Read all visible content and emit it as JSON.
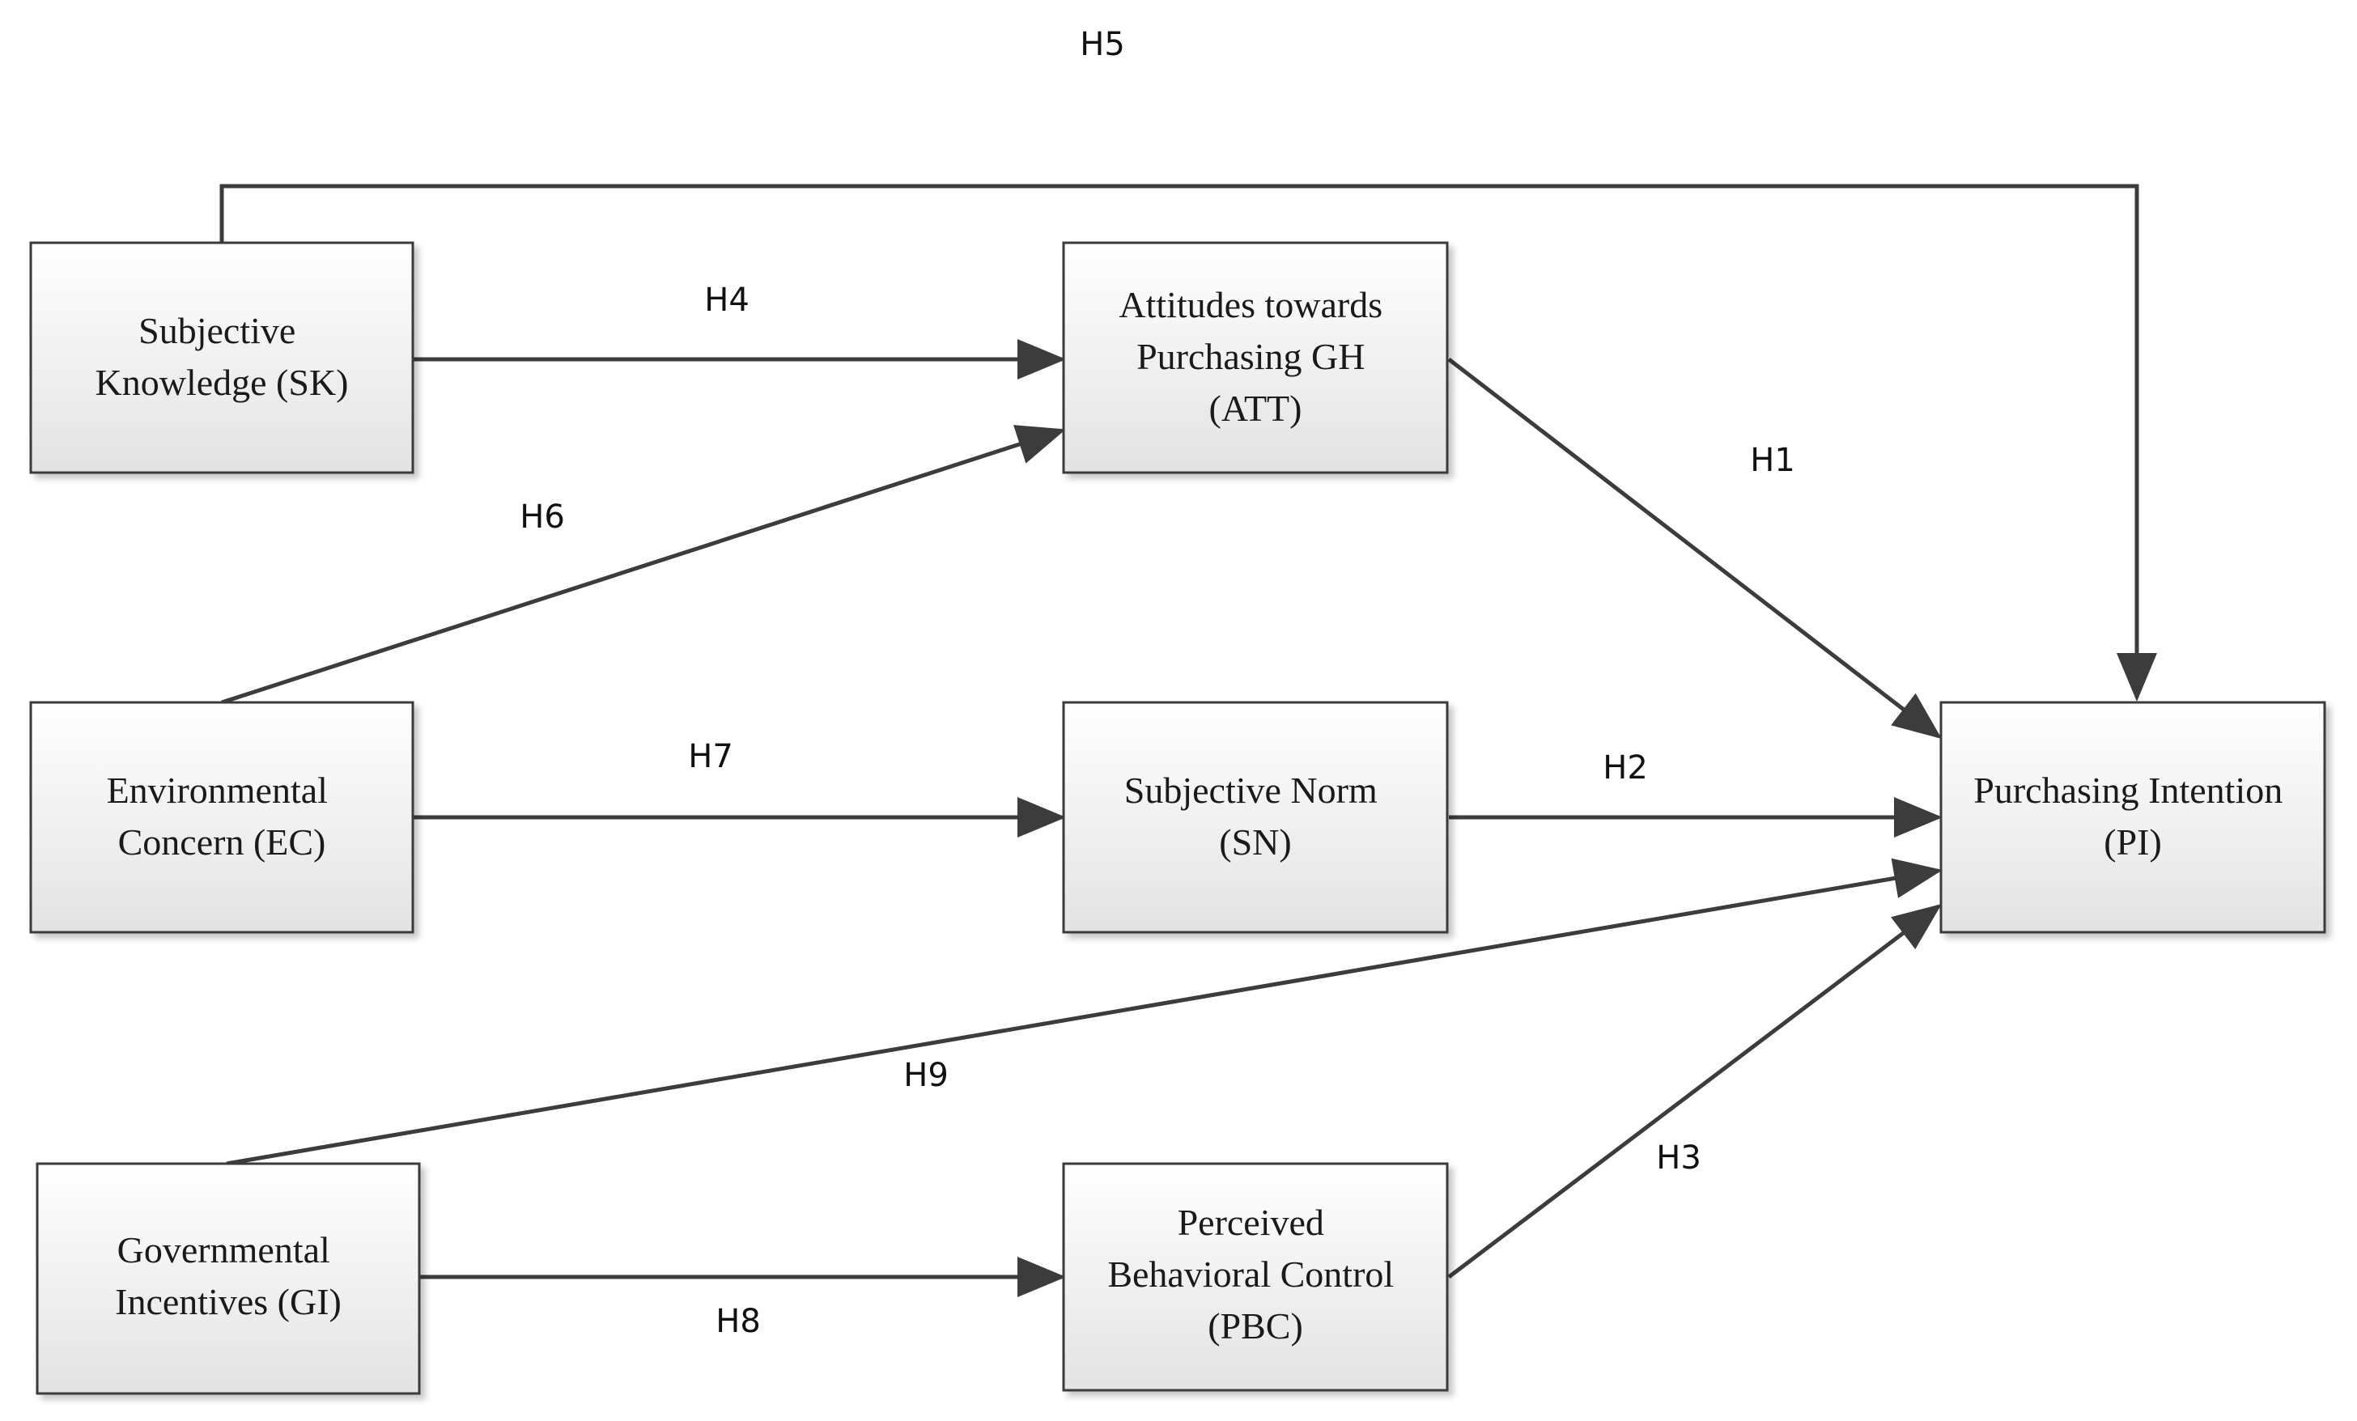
{
  "colors": {
    "box_fill_top": "#ffffff",
    "box_fill_bottom": "#e3e3e3",
    "box_border": "#3a3a3a",
    "arrow": "#3c3c3c",
    "text": "#1a1a1a"
  },
  "boxes": {
    "sk": {
      "lines": [
        "Subjective",
        "Knowledge (SK)"
      ]
    },
    "ec": {
      "lines": [
        "Environmental",
        "Concern (EC)"
      ]
    },
    "gi": {
      "lines": [
        "Governmental",
        "Incentives (GI)"
      ]
    },
    "att": {
      "lines": [
        "Attitudes towards",
        "Purchasing GH",
        "(ATT)"
      ]
    },
    "sn": {
      "lines": [
        "Subjective Norm",
        "(SN)"
      ]
    },
    "pbc": {
      "lines": [
        "Perceived",
        "Behavioral Control",
        "(PBC)"
      ]
    },
    "pi": {
      "lines": [
        "Purchasing Intention",
        "(PI)"
      ]
    }
  },
  "hypotheses": {
    "h1": "H1",
    "h2": "H2",
    "h3": "H3",
    "h4": "H4",
    "h5": "H5",
    "h6": "H6",
    "h7": "H7",
    "h8": "H8",
    "h9": "H9"
  }
}
